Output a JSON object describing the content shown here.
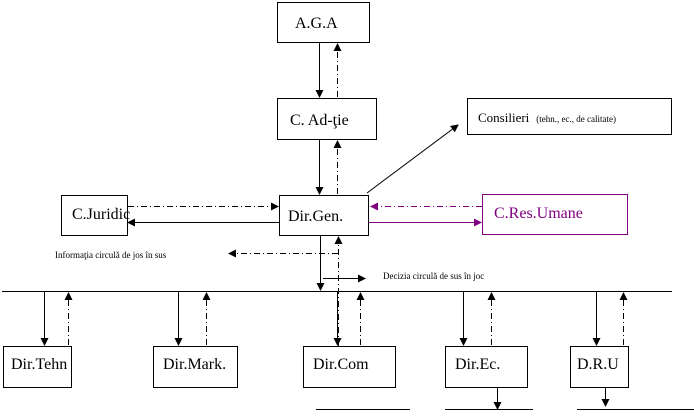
{
  "nodes": {
    "aga": "A.G.A",
    "cadtie": "C. Ad-ţie",
    "consilieri": "Consilieri",
    "consilieri_note": "(tehn., ec., de calitate)",
    "dirgen": "Dir.Gen.",
    "cjuridic": "C.Juridic",
    "cresumane": "C.Res.Umane",
    "dirtehn": "Dir.Tehn",
    "dirmark": "Dir.Mark.",
    "dircom": "Dir.Com",
    "direc": "Dir.Ec.",
    "dru": "D.R.U"
  },
  "annotations": {
    "info": "Informaţia circulă de jos  în sus",
    "decision": "Decizia circulă de sus în joc"
  },
  "colors": {
    "accent": "#800080"
  }
}
